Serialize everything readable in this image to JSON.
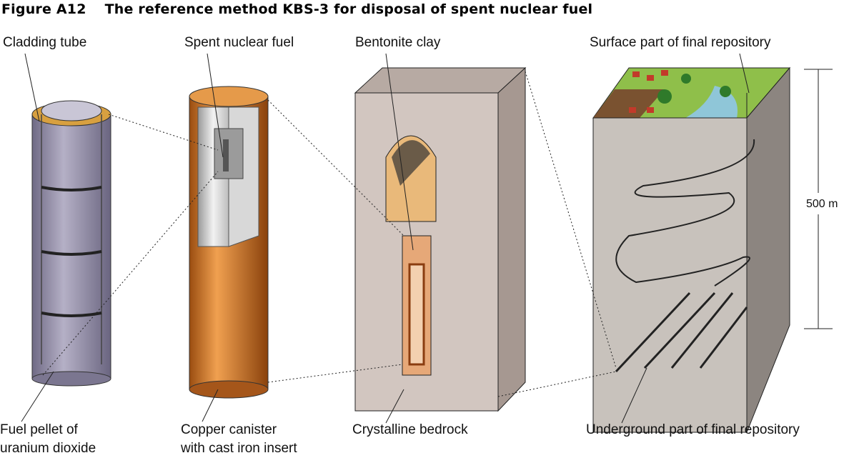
{
  "figure": {
    "number": "Figure A12",
    "title": "The reference method KBS-3 for disposal of spent nuclear fuel"
  },
  "labels": {
    "cladding_tube": "Cladding tube",
    "spent_fuel": "Spent nuclear fuel",
    "bentonite": "Bentonite clay",
    "surface_part": "Surface part of final repository",
    "depth": "500 m",
    "fuel_pellet_line1": "Fuel pellet of",
    "fuel_pellet_line2": "uranium dioxide",
    "canister_line1": "Copper canister",
    "canister_line2": "with cast iron insert",
    "bedrock": "Crystalline bedrock",
    "underground_part": "Underground part of final repository"
  },
  "colors": {
    "rod": "#8f8aa3",
    "copper": "#c9741f",
    "bedrock": "#d2c6c0",
    "bentonite": "#e9b97a",
    "grass": "#8fbf4a",
    "water": "#8fc6d8"
  }
}
